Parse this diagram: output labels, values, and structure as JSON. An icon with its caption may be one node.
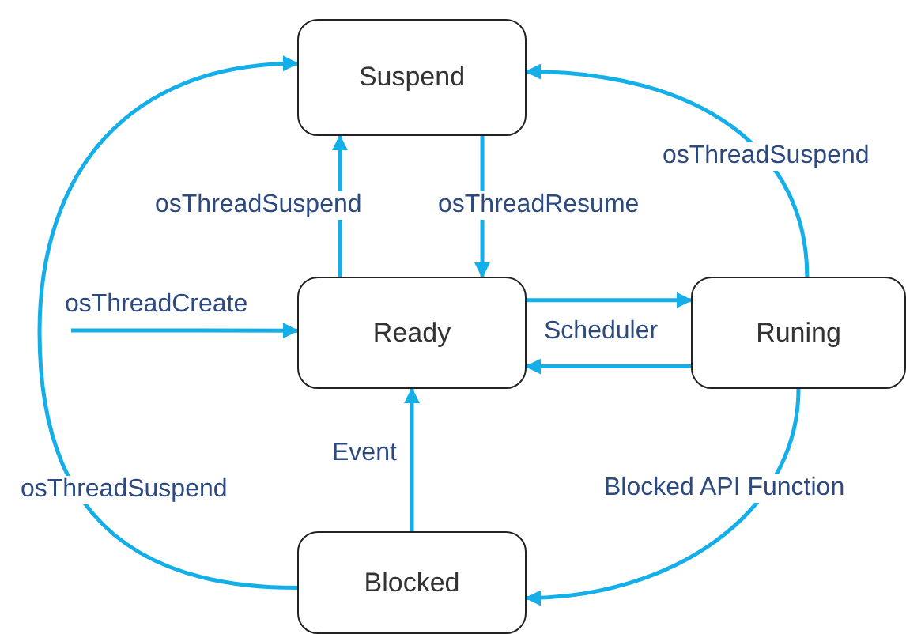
{
  "diagram": {
    "nodes": [
      {
        "text": [
          "Suspend"
        ]
      },
      {
        "text": [
          "Ready"
        ]
      },
      {
        "text": [
          "Runing"
        ]
      },
      {
        "text": [
          "Blocked"
        ]
      }
    ],
    "edges": [
      {
        "from": 1,
        "to": 0,
        "arrow": "to",
        "label": "osThreadSuspend"
      },
      {
        "from": 0,
        "to": 1,
        "arrow": "to",
        "label": "osThreadResume"
      },
      {
        "from": null,
        "to": 1,
        "arrow": "to",
        "label": "osThreadCreate"
      },
      {
        "from": 1,
        "to": 2,
        "arrow": "to",
        "label": "Scheduler"
      },
      {
        "from": 2,
        "to": 1,
        "arrow": "to"
      },
      {
        "from": 2,
        "to": 0,
        "arrow": "to",
        "label": "osThreadSuspend"
      },
      {
        "from": 2,
        "to": 3,
        "arrow": "to",
        "label": "Blocked API Function"
      },
      {
        "from": 3,
        "to": 1,
        "arrow": "to",
        "label": "Event"
      },
      {
        "from": 3,
        "to": 0,
        "arrow": "to",
        "label": "osThreadSuspend"
      }
    ]
  }
}
